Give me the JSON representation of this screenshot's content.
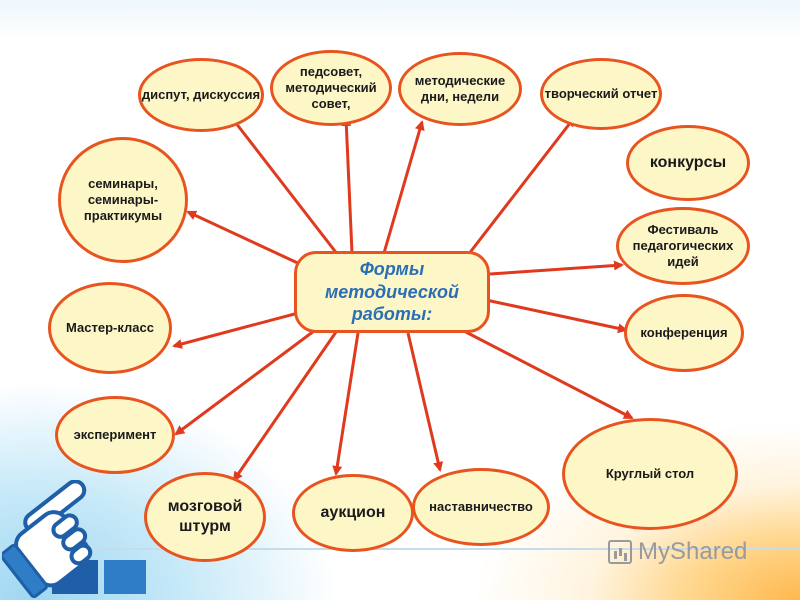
{
  "center": {
    "text": "Формы методической работы:"
  },
  "nodes": [
    {
      "id": "dispute",
      "text": "диспут, дискуссия"
    },
    {
      "id": "pedsovet",
      "text": "педсовет, методический совет,"
    },
    {
      "id": "method_days",
      "text": "методические дни, недели"
    },
    {
      "id": "creative_report",
      "text": "творческий отчет"
    },
    {
      "id": "contests",
      "text": "конкурсы"
    },
    {
      "id": "seminars",
      "text": "семинары, семинары-практикумы"
    },
    {
      "id": "festival",
      "text": "Фестиваль педагогических идей"
    },
    {
      "id": "master_class",
      "text": "Мастер-класс"
    },
    {
      "id": "conference",
      "text": "конференция"
    },
    {
      "id": "experiment",
      "text": "эксперимент"
    },
    {
      "id": "round_table",
      "text": "Круглый стол"
    },
    {
      "id": "brainstorm",
      "text": "мозговой штурм"
    },
    {
      "id": "auction",
      "text": "аукцион"
    },
    {
      "id": "mentoring",
      "text": "наставничество"
    }
  ],
  "watermark": {
    "text": "MyShared"
  },
  "colors": {
    "arrow": "#e03a1e",
    "node_border": "#e8541f",
    "node_fill": "#fdf7c8",
    "center_text": "#2a6fb5"
  }
}
